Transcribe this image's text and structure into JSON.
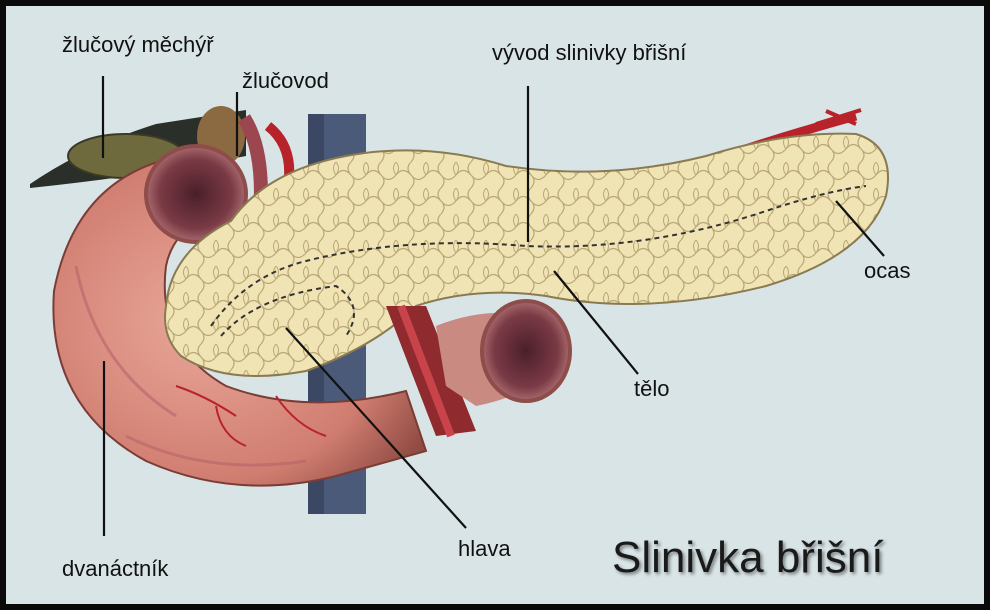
{
  "title": "Slinivka břišní",
  "labels": {
    "gallbladder": "žlučový měchýř",
    "bile_duct": "žlučovod",
    "pancreatic_duct": "vývod slinivky břišní",
    "tail": "ocas",
    "body": "tělo",
    "head": "hlava",
    "duodenum": "dvanáctník"
  },
  "colors": {
    "background": "#d9e4e6",
    "border": "#0a0a0a",
    "pancreas": "#f1e4b4",
    "duodenum": "#d9867a",
    "artery": "#b8222a",
    "vein": "#4b5a78"
  }
}
